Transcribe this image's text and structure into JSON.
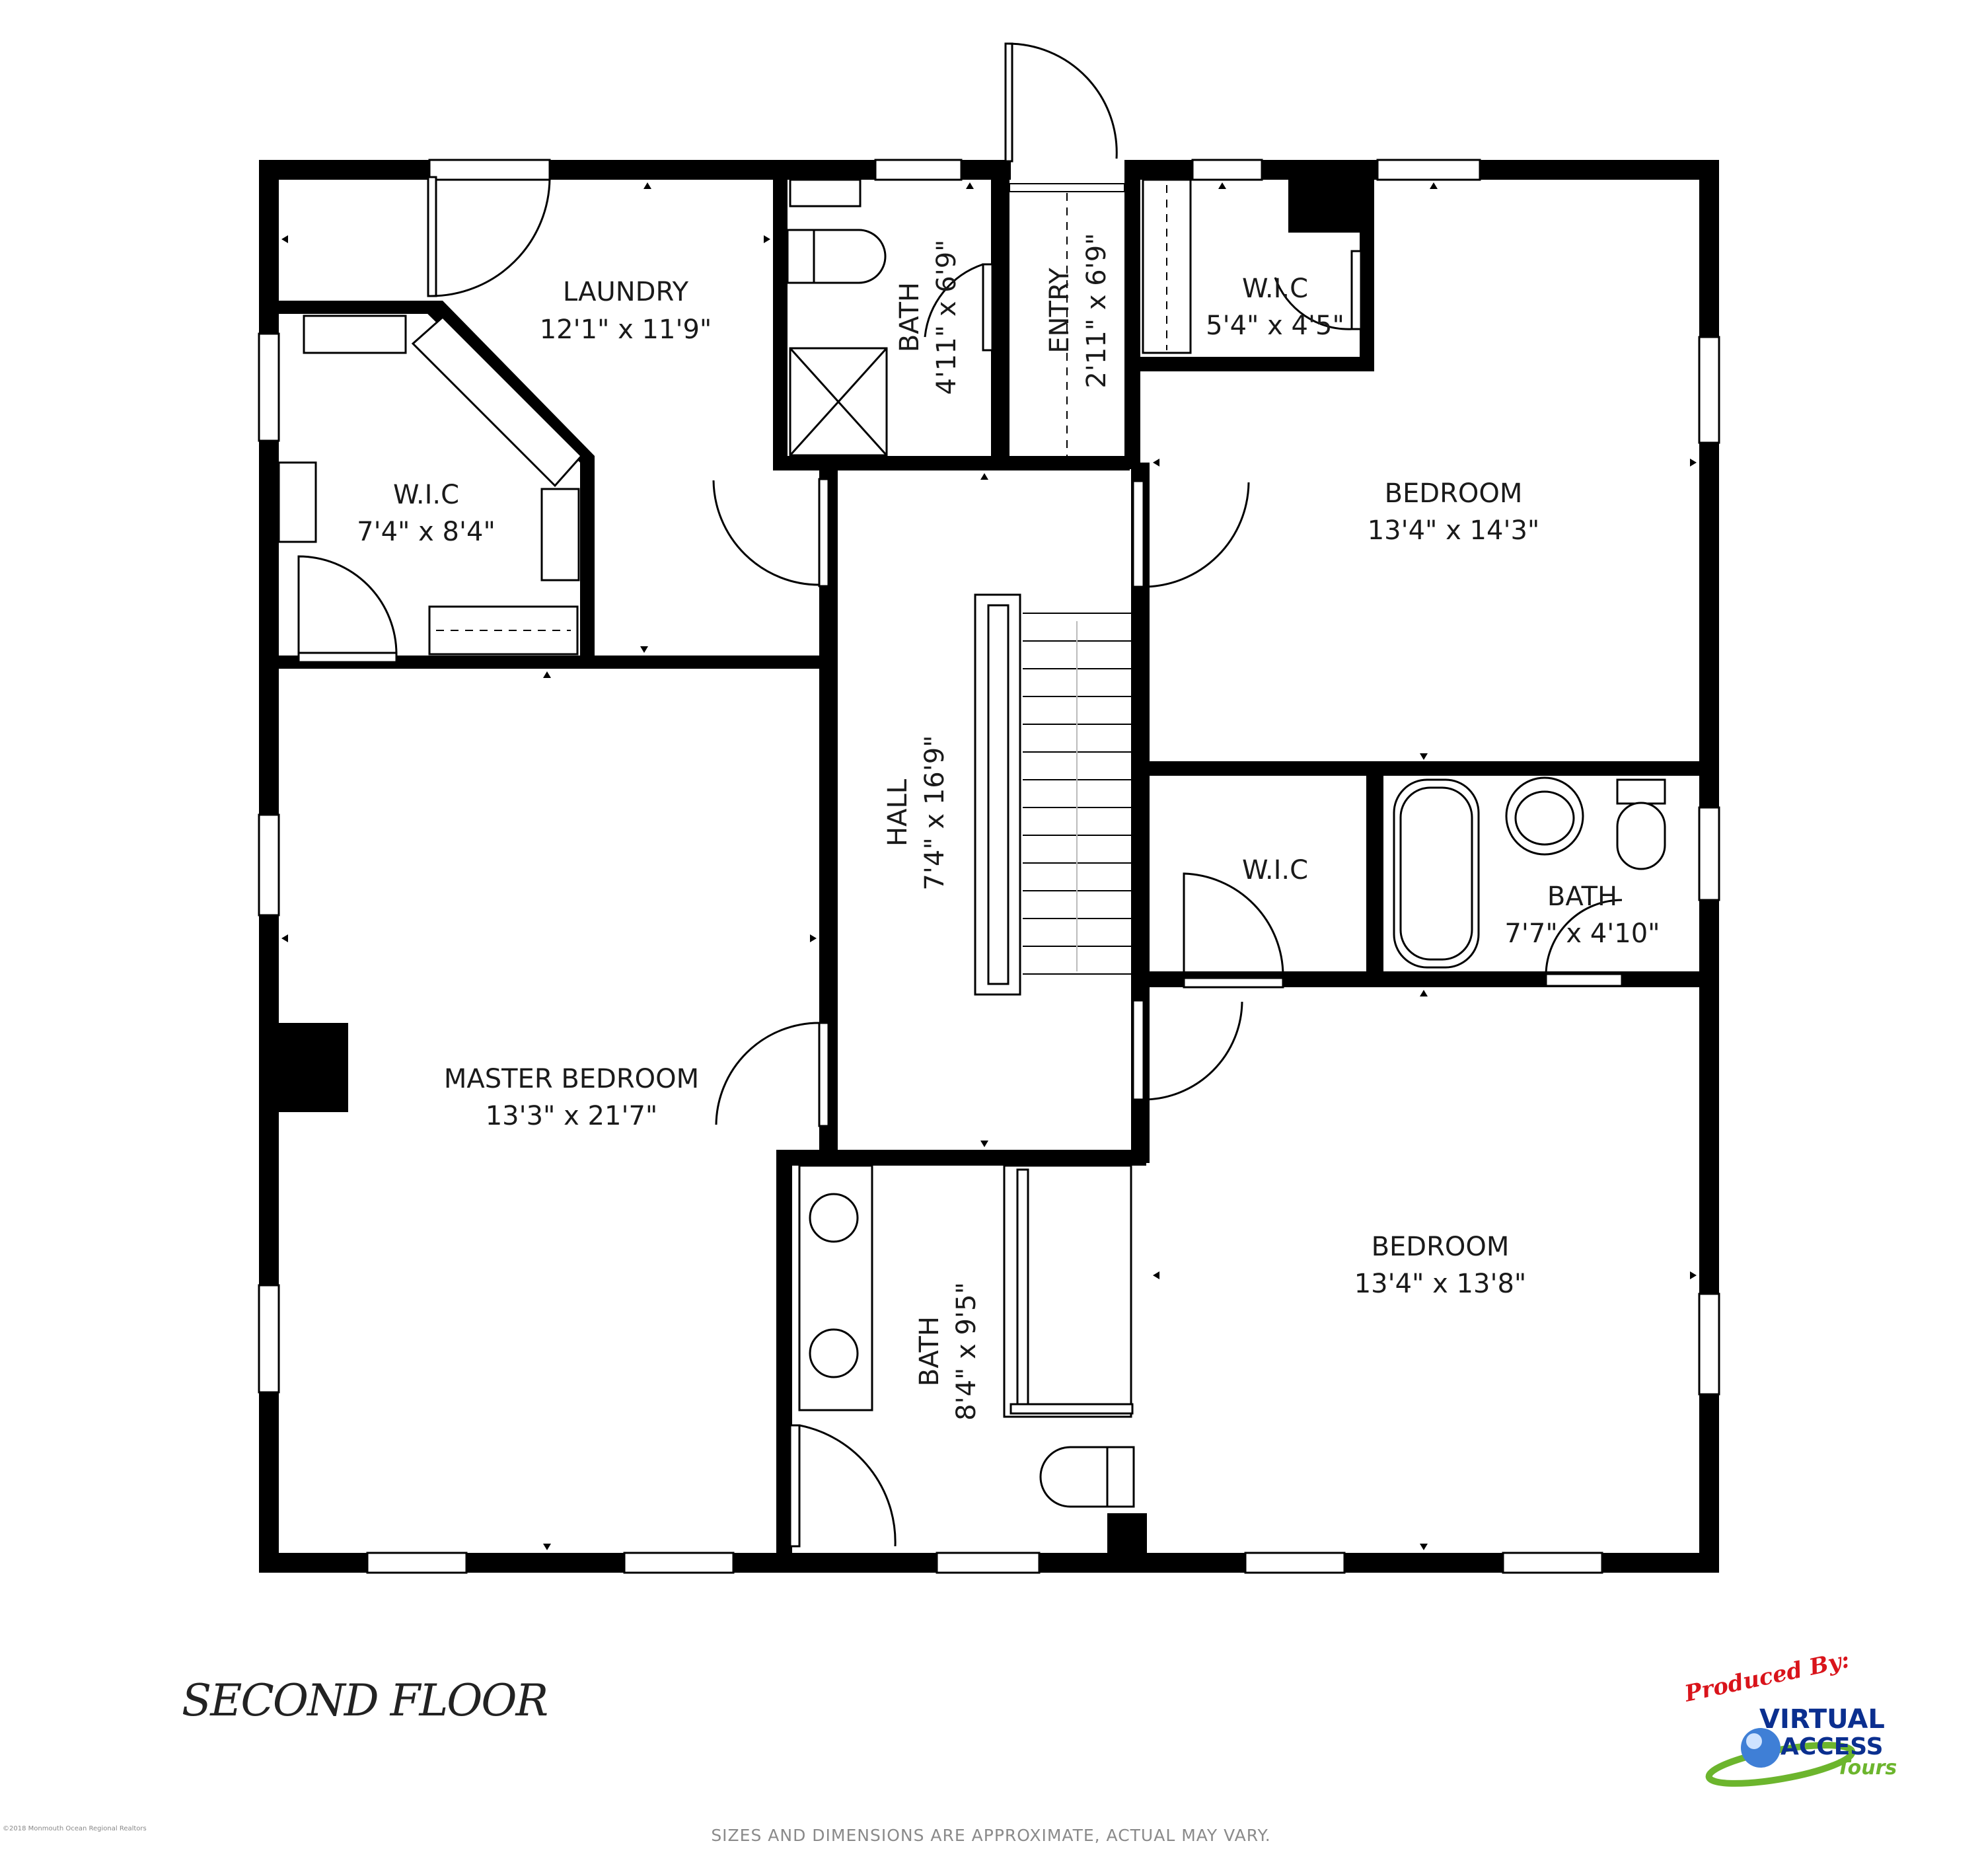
{
  "floor_label": "SECOND FLOOR",
  "disclaimer": "SIZES AND DIMENSIONS ARE APPROXIMATE, ACTUAL MAY VARY.",
  "copyright": "©2018 Monmouth Ocean Regional Realtors",
  "logo": {
    "produced_by": "Produced By:",
    "virtual": "VIRTUAL",
    "access": "ACCESS",
    "tours": "Tours",
    "colors": {
      "red": "#d9141b",
      "blue": "#0b2f8f",
      "green": "#6cb52d"
    }
  },
  "rooms": {
    "laundry": {
      "name": "LAUNDRY",
      "dims": "12'1\" x 11'9\""
    },
    "wic_left": {
      "name": "W.I.C",
      "dims": "7'4\" x 8'4\""
    },
    "bath_top": {
      "name": "BATH",
      "dims": "4'11\" x 6'9\""
    },
    "entry": {
      "name": "ENTRY",
      "dims": "2'11\" x 6'9\""
    },
    "wic_top_right": {
      "name": "W.I.C",
      "dims": "5'4\" x 4'5\""
    },
    "bedroom_top": {
      "name": "BEDROOM",
      "dims": "13'4\" x 14'3\""
    },
    "hall": {
      "name": "HALL",
      "dims": "7'4\" x 16'9\""
    },
    "wic_mid": {
      "name": "W.I.C"
    },
    "bath_mid": {
      "name": "BATH",
      "dims": "7'7\" x 4'10\""
    },
    "master": {
      "name": "MASTER BEDROOM",
      "dims": "13'3\" x 21'7\""
    },
    "bedroom_bottom": {
      "name": "BEDROOM",
      "dims": "13'4\" x 13'8\""
    },
    "bath_bottom": {
      "name": "BATH",
      "dims": "8'4\" x 9'5\""
    }
  }
}
